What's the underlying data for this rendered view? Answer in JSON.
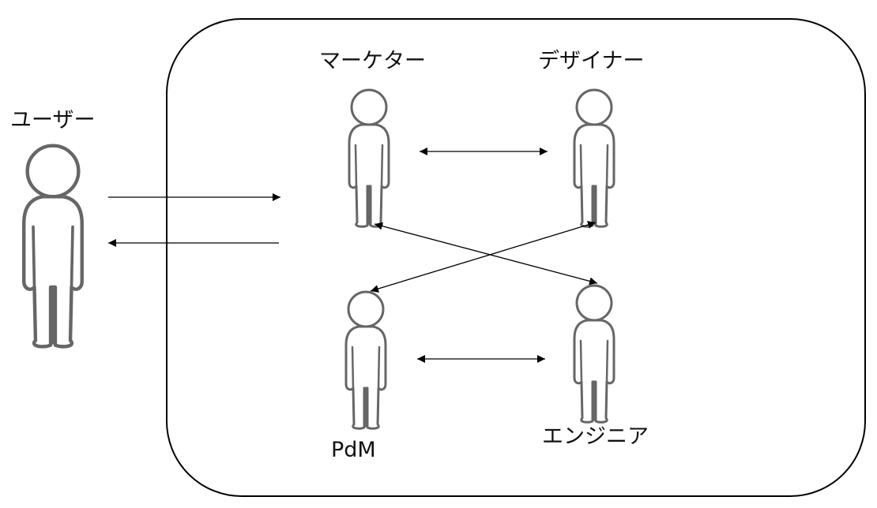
{
  "labels": {
    "user": "ユーザー",
    "marketer": "マーケター",
    "designer": "デザイナー",
    "pdm": "PdM",
    "engineer": "エンジニア"
  },
  "colors": {
    "stroke": "#666666",
    "fill": "#ffffff",
    "neck": "#d4d4d4",
    "arrow": "#000000",
    "team_border": "#000000"
  }
}
